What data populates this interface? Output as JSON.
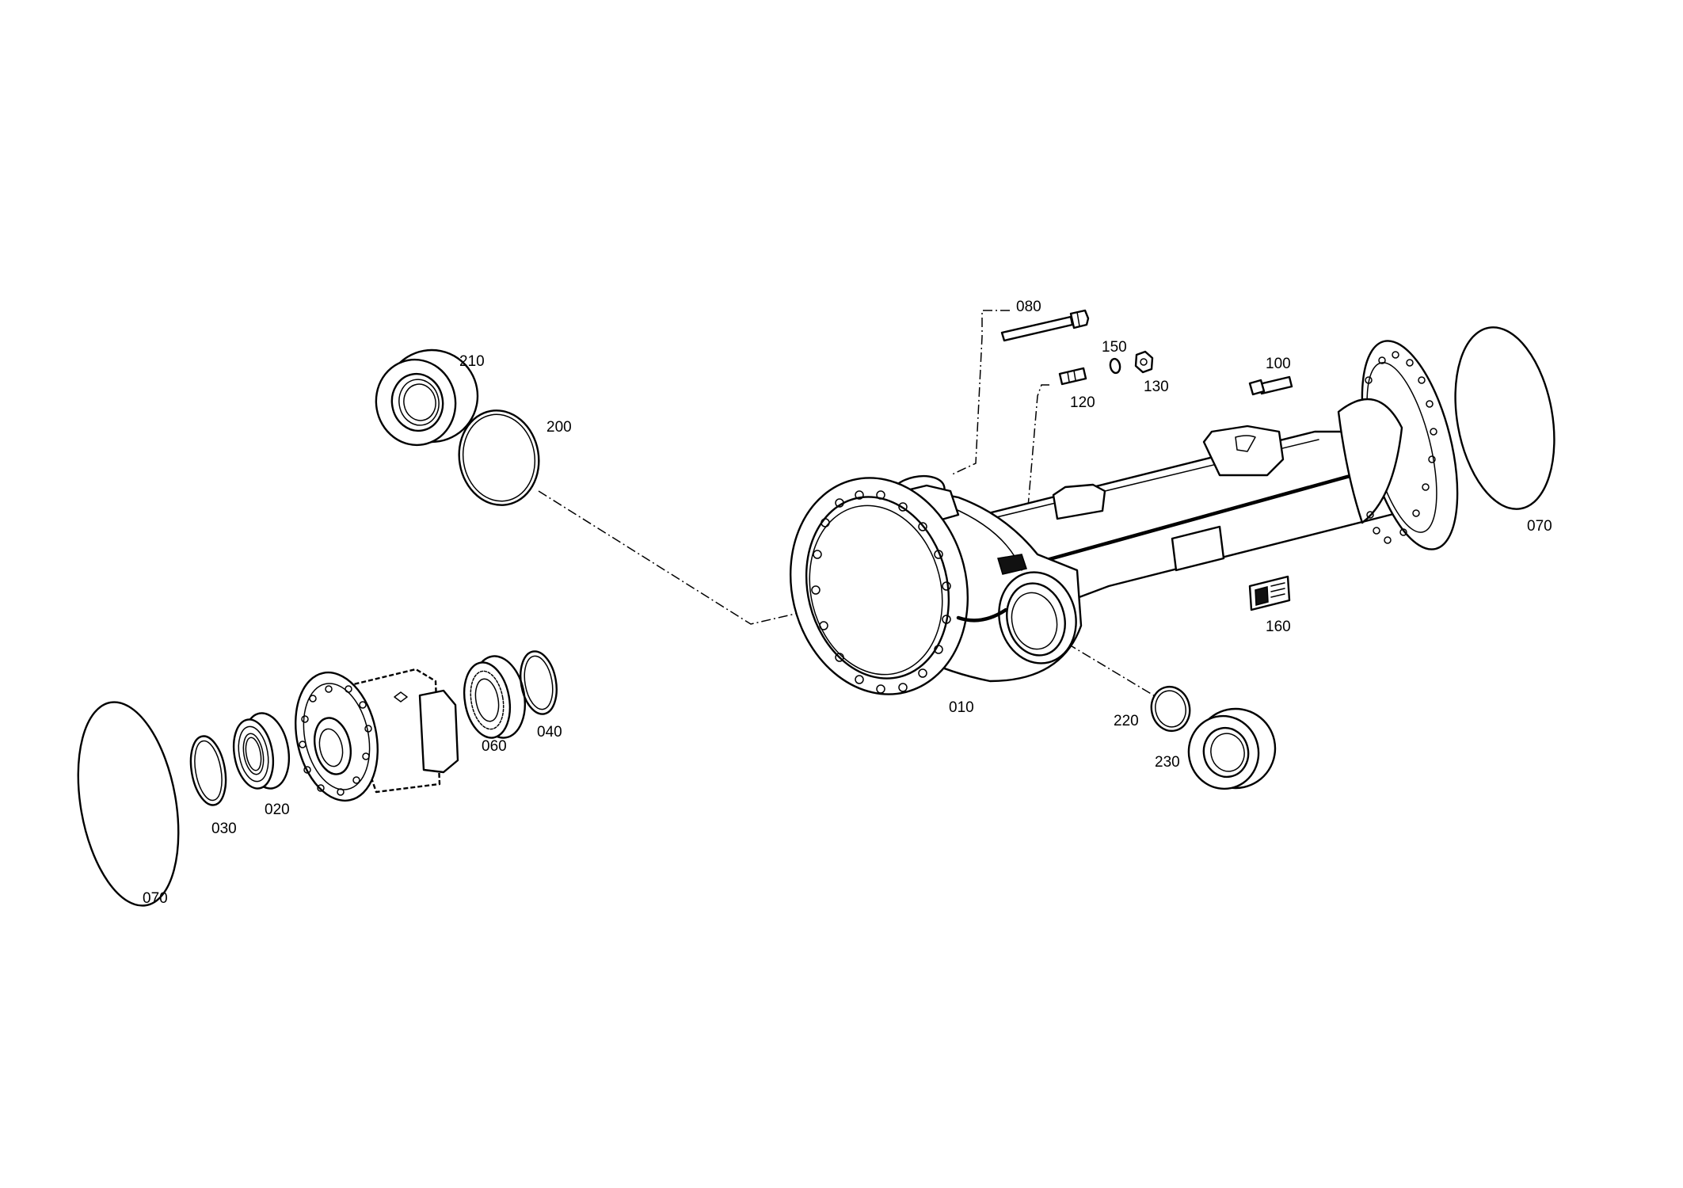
{
  "diagram": {
    "labels": {
      "p010": "010",
      "p020": "020",
      "p030": "030",
      "p040": "040",
      "p060": "060",
      "p070_left": "070",
      "p070_right": "070",
      "p080": "080",
      "p100": "100",
      "p120": "120",
      "p130": "130",
      "p150": "150",
      "p160": "160",
      "p200": "200",
      "p210": "210",
      "p220": "220",
      "p230": "230"
    }
  }
}
